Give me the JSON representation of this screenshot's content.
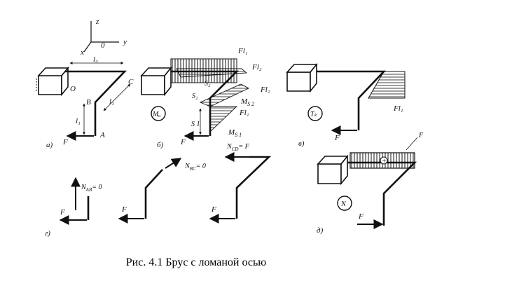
{
  "axes": {
    "z": "z",
    "o": "0",
    "y": "y",
    "x": "x"
  },
  "part_a": {
    "tag": "а)",
    "F": "F",
    "A": "A",
    "B": "B",
    "C": "C",
    "O": "O",
    "l1": "l₁",
    "l3": "l₃",
    "l1b": "l₁"
  },
  "part_b": {
    "tag": "б)",
    "F": "F",
    "Fl1_top": "Fl₁",
    "Fl2_top": "Fl₂",
    "Fl2_right": "Fl₂",
    "Ms2": "M",
    "Ms2_sub": "S 2",
    "Fl1_mid": "Fl₁",
    "Ms1": "M",
    "Ms1_sub": "S 1",
    "S2": "S₂",
    "S2b": "S₂",
    "S1": "S 1",
    "circle": "Mᵤ"
  },
  "part_v": {
    "tag": "в)",
    "F": "F",
    "Fl1": "Fl₁",
    "circle": "Tₖ"
  },
  "part_g": {
    "tag": "г)",
    "F1": "F",
    "F2": "F",
    "F3": "F",
    "N_AB": "N",
    "N_AB_sub": "AB",
    "N_AB_val": "= 0",
    "N_BC": "N",
    "N_BC_sub": "BC",
    "N_BC_val": "= 0",
    "N_CD": "N",
    "N_CD_sub": "CD",
    "N_CD_val": "= F"
  },
  "part_d": {
    "tag": "д)",
    "F": "F",
    "F_top": "F",
    "plus": "+",
    "circle": "N"
  },
  "caption": "Рис. 4.1 Брус с ломаной осью"
}
